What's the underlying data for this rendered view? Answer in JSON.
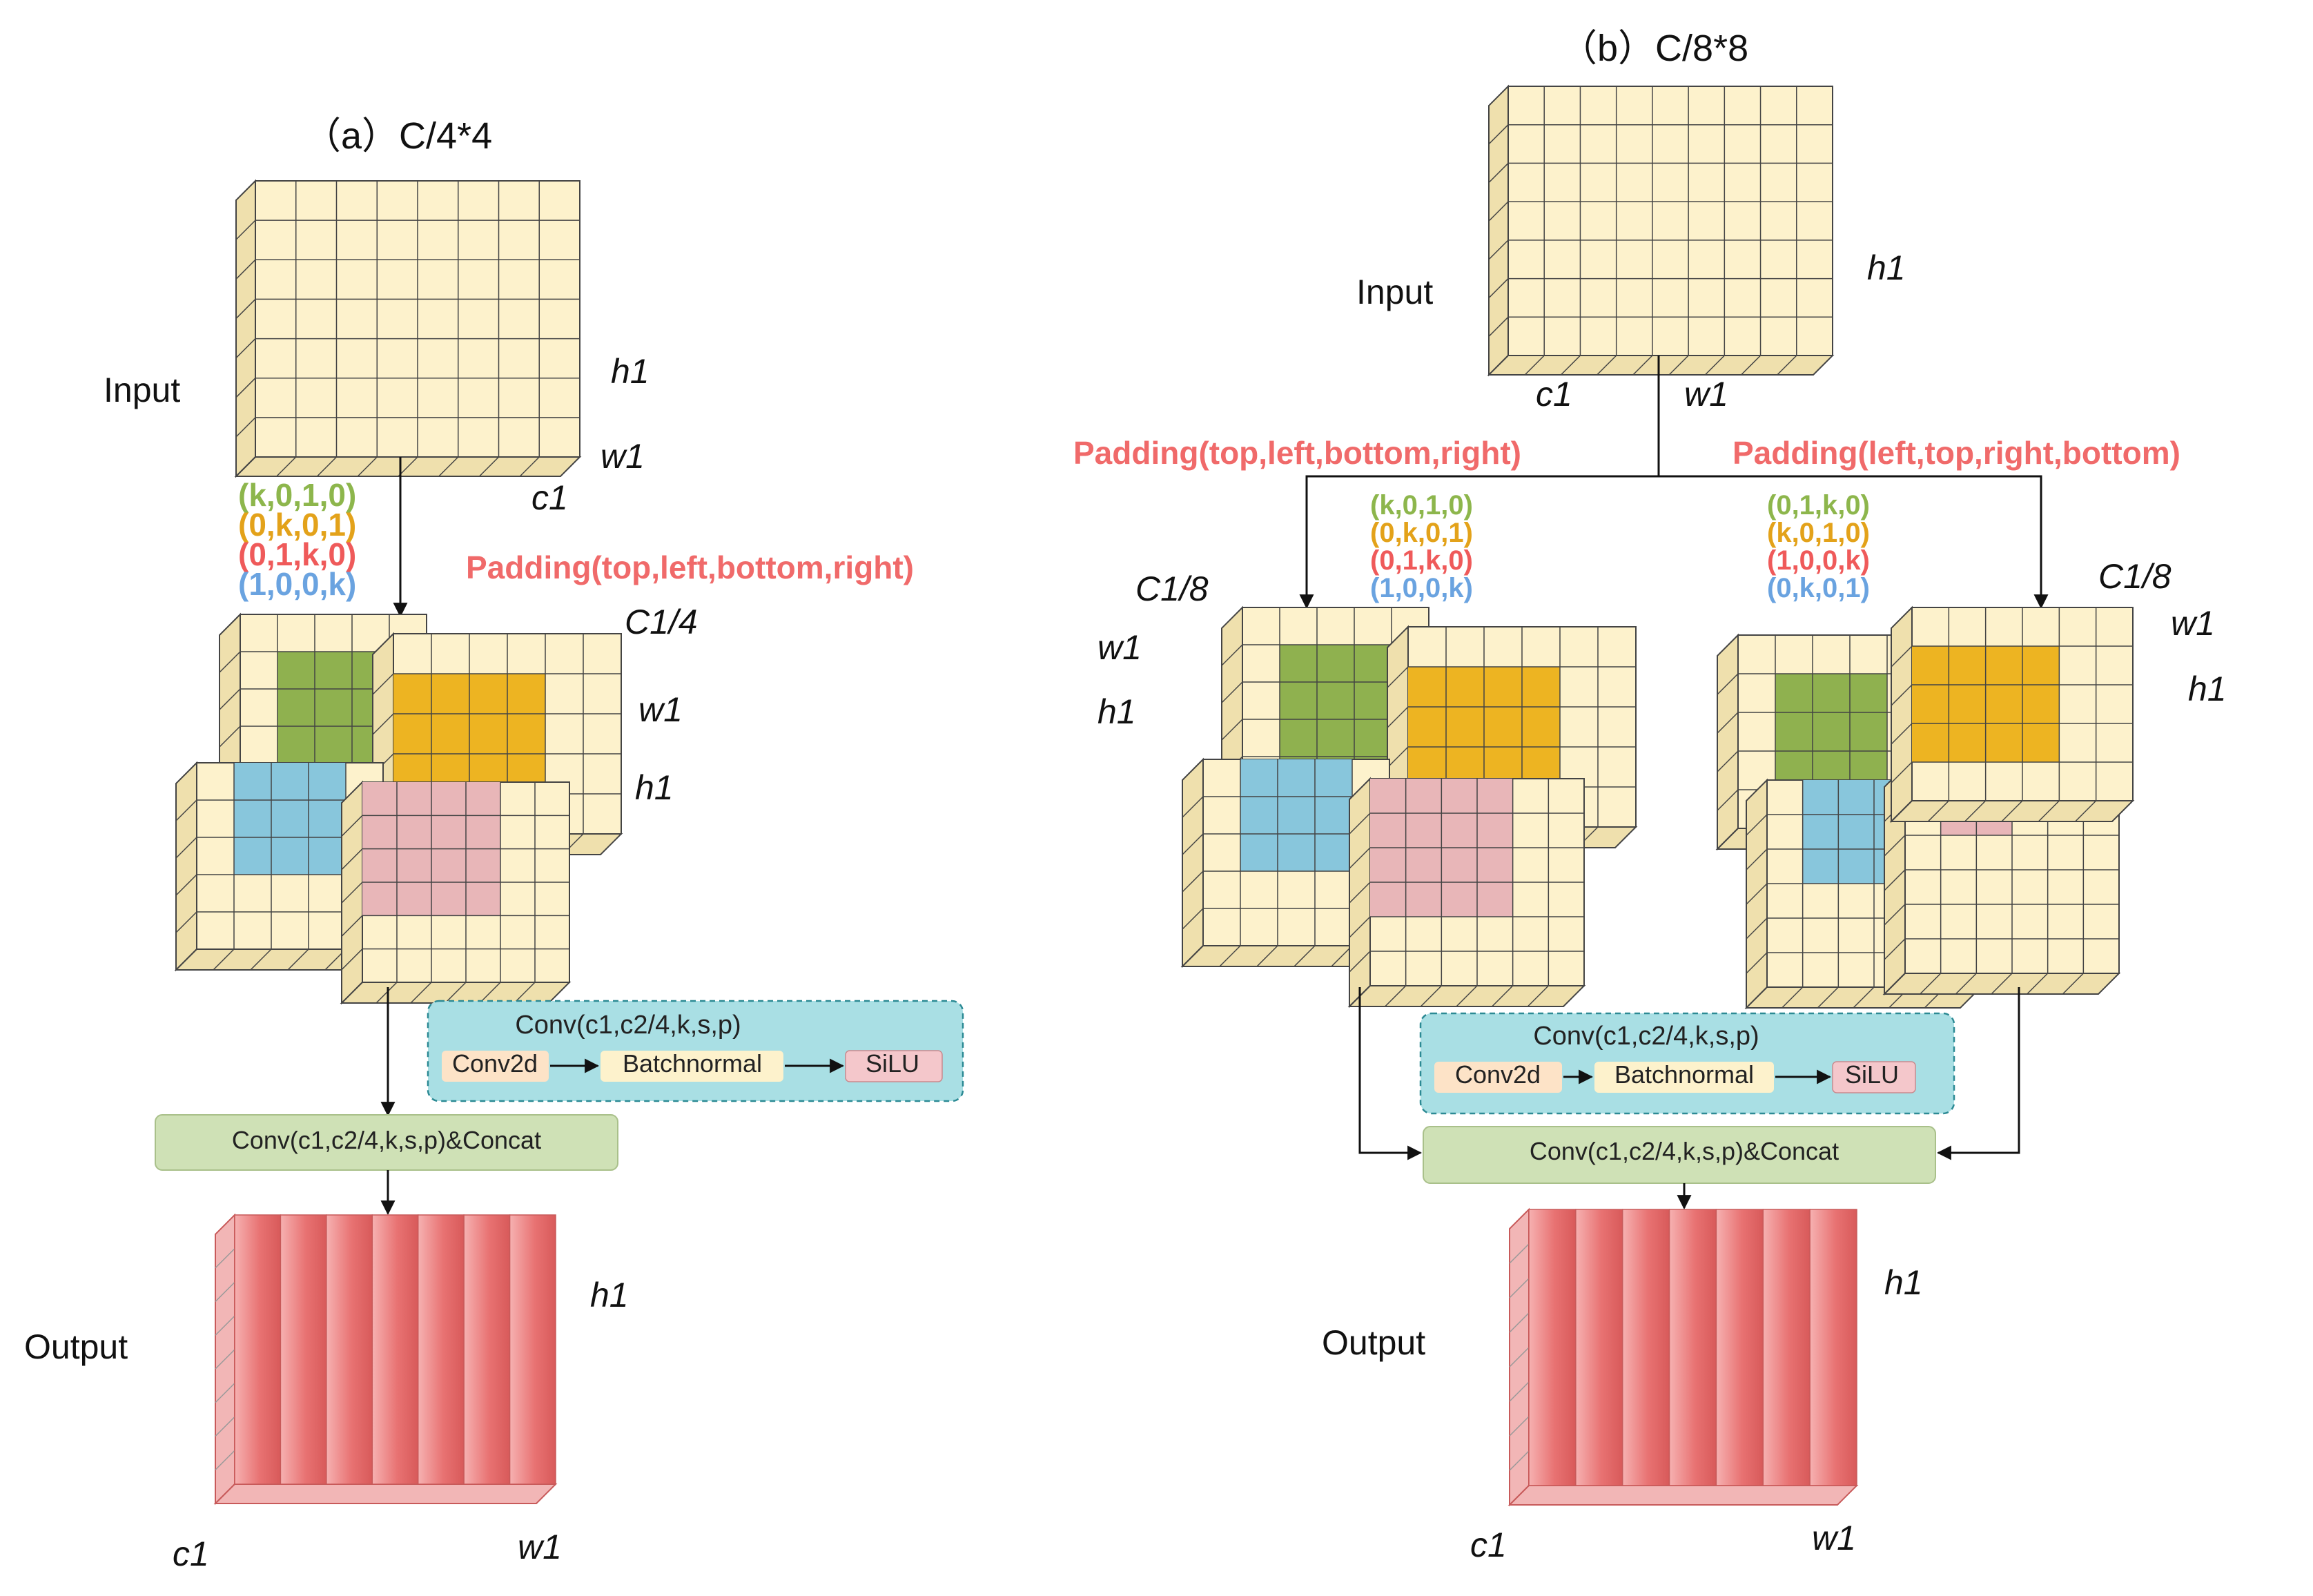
{
  "colors": {
    "cream": "#fdf2cc",
    "cream_side": "#efe0ad",
    "grid_line": "#444444",
    "green": "#8fb14f",
    "orange": "#edb422",
    "pink": "#e8b6b8",
    "blue": "#88c6dc",
    "red_output": "#e87a7a",
    "pad_red": "#f06a6a",
    "code_green": "#8db64c",
    "code_orange": "#e3a21a",
    "code_red": "#ef5a5a",
    "code_blue": "#6aa3e0",
    "conv_box_bg": "#a9dfe4",
    "concat_box_bg": "#cfe1b6",
    "conv2d_bg": "#fde3c7",
    "batch_bg": "#fdf2cc",
    "silu_bg": "#f4c7cb"
  },
  "panel_a": {
    "title": "（a）C/4*4",
    "input_label": "Input",
    "input_dims": {
      "h": "h1",
      "w": "w1",
      "c": "c1"
    },
    "padding_codes": [
      "(k,0,1,0)",
      "(0,k,0,1)",
      "(0,1,k,0)",
      "(1,0,0,k)"
    ],
    "padding_label": "Padding(top,left,bottom,right)",
    "mid_dims": {
      "c": "C1/4",
      "w": "w1",
      "h": "h1"
    },
    "conv_box": {
      "title": "Conv(c1,c2/4,k,s,p)",
      "steps": [
        "Conv2d",
        "Batchnormal",
        "SiLU"
      ]
    },
    "concat_box": "Conv(c1,c2/4,k,s,p)&Concat",
    "output_label": "Output",
    "output_dims": {
      "h": "h1",
      "w": "w1",
      "c": "c1"
    }
  },
  "panel_b": {
    "title": "（b）C/8*8",
    "input_label": "Input",
    "input_dims": {
      "h": "h1",
      "w": "w1",
      "c": "c1"
    },
    "padding_label_left": "Padding(top,left,bottom,right)",
    "padding_label_right": "Padding(left,top,right,bottom)",
    "padding_codes_left": [
      "(k,0,1,0)",
      "(0,k,0,1)",
      "(0,1,k,0)",
      "(1,0,0,k)"
    ],
    "padding_codes_right": [
      "(0,1,k,0)",
      "(k,0,1,0)",
      "(1,0,0,k)",
      "(0,k,0,1)"
    ],
    "mid_dims_left": {
      "c": "C1/8",
      "w": "w1",
      "h": "h1"
    },
    "mid_dims_right": {
      "c": "C1/8",
      "w": "w1",
      "h": "h1"
    },
    "conv_box": {
      "title": "Conv(c1,c2/4,k,s,p)",
      "steps": [
        "Conv2d",
        "Batchnormal",
        "SiLU"
      ]
    },
    "concat_box": "Conv(c1,c2/4,k,s,p)&Concat",
    "output_label": "Output",
    "output_dims": {
      "h": "h1",
      "w": "w1",
      "c": "c1"
    }
  }
}
